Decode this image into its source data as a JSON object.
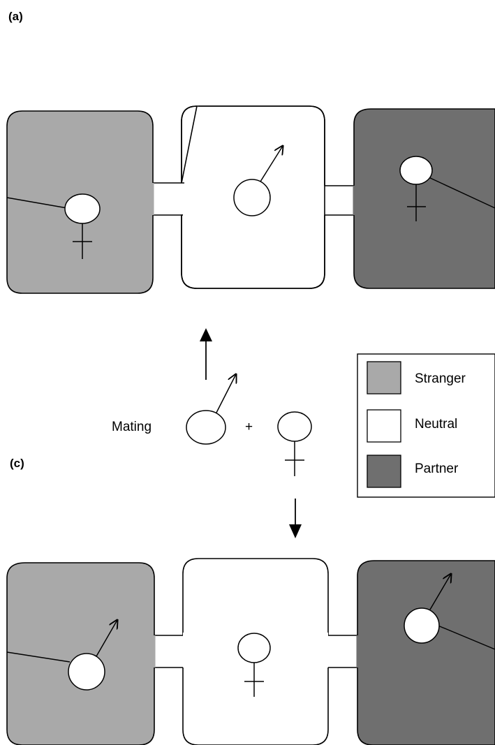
{
  "panel_labels": {
    "top": "(a)",
    "bottom": "(c)"
  },
  "center": {
    "mating_label": "Mating",
    "plus_sign": "+"
  },
  "legend": {
    "items": [
      {
        "label": "Stranger",
        "color": "#a9a9a9"
      },
      {
        "label": "Neutral",
        "color": "#ffffff"
      },
      {
        "label": "Partner",
        "color": "#6f6f6f"
      }
    ]
  },
  "colors": {
    "stranger": "#a9a9a9",
    "neutral": "#ffffff",
    "partner": "#6f6f6f",
    "stroke": "#000000"
  },
  "icons": [
    "female-symbol-icon",
    "male-symbol-icon",
    "arrow-up-icon",
    "arrow-down-icon"
  ]
}
